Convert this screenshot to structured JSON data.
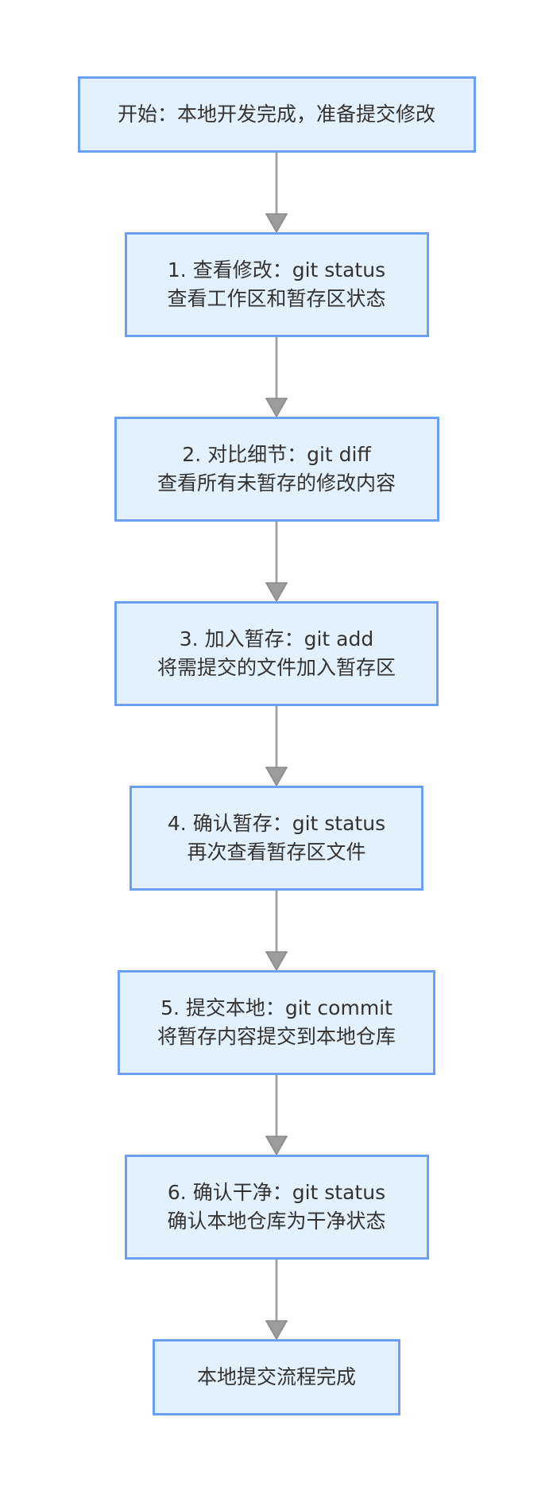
{
  "diagram": {
    "type": "flowchart",
    "direction": "top-down",
    "nodes": [
      {
        "id": "start",
        "lines": [
          "开始：本地开发完成，准备提交修改"
        ]
      },
      {
        "id": "step1",
        "lines": [
          "1. 查看修改：git status",
          "查看工作区和暂存区状态"
        ]
      },
      {
        "id": "step2",
        "lines": [
          "2. 对比细节：git diff",
          "查看所有未暂存的修改内容"
        ]
      },
      {
        "id": "step3",
        "lines": [
          "3. 加入暂存：git add",
          "将需提交的文件加入暂存区"
        ]
      },
      {
        "id": "step4",
        "lines": [
          "4. 确认暂存：git status",
          "再次查看暂存区文件"
        ]
      },
      {
        "id": "step5",
        "lines": [
          "5. 提交本地：git commit",
          "将暂存内容提交到本地仓库"
        ]
      },
      {
        "id": "step6",
        "lines": [
          "6. 确认干净：git status",
          "确认本地仓库为干净状态"
        ]
      },
      {
        "id": "end",
        "lines": [
          "本地提交流程完成"
        ]
      }
    ],
    "edges": [
      {
        "from": "start",
        "to": "step1"
      },
      {
        "from": "step1",
        "to": "step2"
      },
      {
        "from": "step2",
        "to": "step3"
      },
      {
        "from": "step3",
        "to": "step4"
      },
      {
        "from": "step4",
        "to": "step5"
      },
      {
        "from": "step5",
        "to": "step6"
      },
      {
        "from": "step6",
        "to": "end"
      }
    ],
    "colors": {
      "node_fill": "#e3f1fc",
      "node_border": "#6ca0f5",
      "arrow_line": "#a0a0a0",
      "arrow_head": "#9c9c9c",
      "text": "#333333",
      "background": "#ffffff"
    }
  }
}
